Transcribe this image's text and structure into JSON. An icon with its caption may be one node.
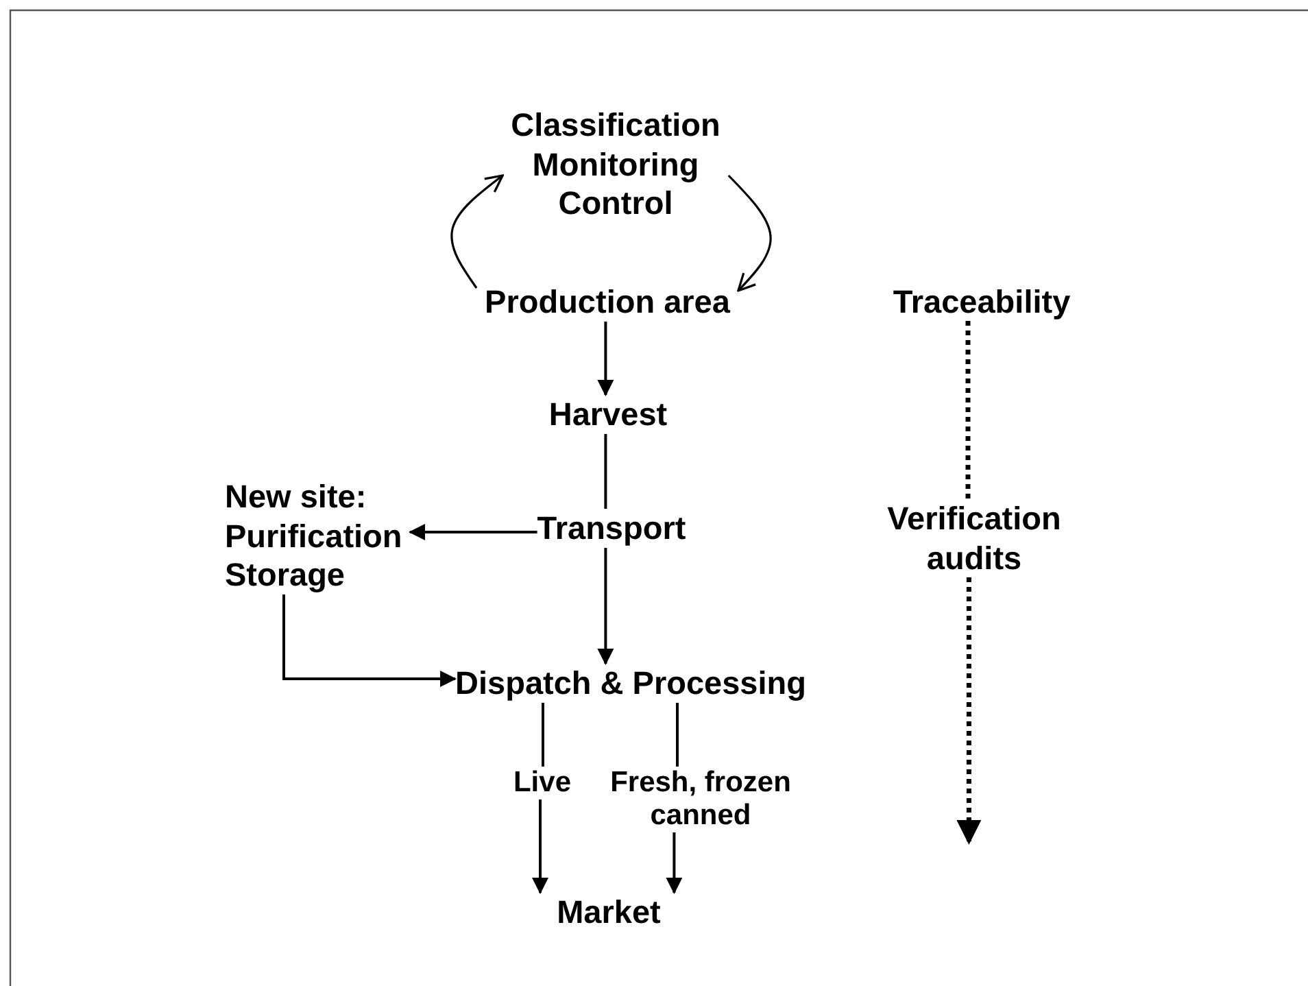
{
  "diagram": {
    "nodes": [
      {
        "text": [
          "Classification Monitoring Control"
        ]
      },
      {
        "text": [
          "Production area"
        ]
      },
      {
        "text": [
          "Harvest"
        ]
      },
      {
        "text": [
          "Transport"
        ]
      },
      {
        "text": [
          "New site: Purification Storage"
        ]
      },
      {
        "text": [
          "Dispatch & Processing"
        ]
      },
      {
        "text": [
          "Live"
        ]
      },
      {
        "text": [
          "Fresh, frozen canned"
        ]
      },
      {
        "text": [
          "Market"
        ]
      },
      {
        "text": [
          "Traceability"
        ]
      },
      {
        "text": [
          "Verification audits"
        ]
      }
    ],
    "edges": [
      {
        "from": 0,
        "to": 1,
        "arrow": "to"
      },
      {
        "from": 1,
        "to": 0,
        "arrow": "to"
      },
      {
        "from": 1,
        "to": 2,
        "arrow": "to"
      },
      {
        "from": 2,
        "to": 3,
        "arrow": "none"
      },
      {
        "from": 3,
        "to": 4,
        "arrow": "to"
      },
      {
        "from": 3,
        "to": 5,
        "arrow": "to"
      },
      {
        "from": 4,
        "to": 5,
        "arrow": "to"
      },
      {
        "from": 5,
        "to": 6,
        "arrow": "none"
      },
      {
        "from": 5,
        "to": 7,
        "arrow": "none"
      },
      {
        "from": 6,
        "to": 8,
        "arrow": "to"
      },
      {
        "from": 7,
        "to": 8,
        "arrow": "to"
      },
      {
        "from": 9,
        "to": 10,
        "arrow": "none",
        "style": "dashed"
      },
      {
        "from": 10,
        "to": null,
        "arrow": "to",
        "style": "dashed"
      }
    ]
  }
}
